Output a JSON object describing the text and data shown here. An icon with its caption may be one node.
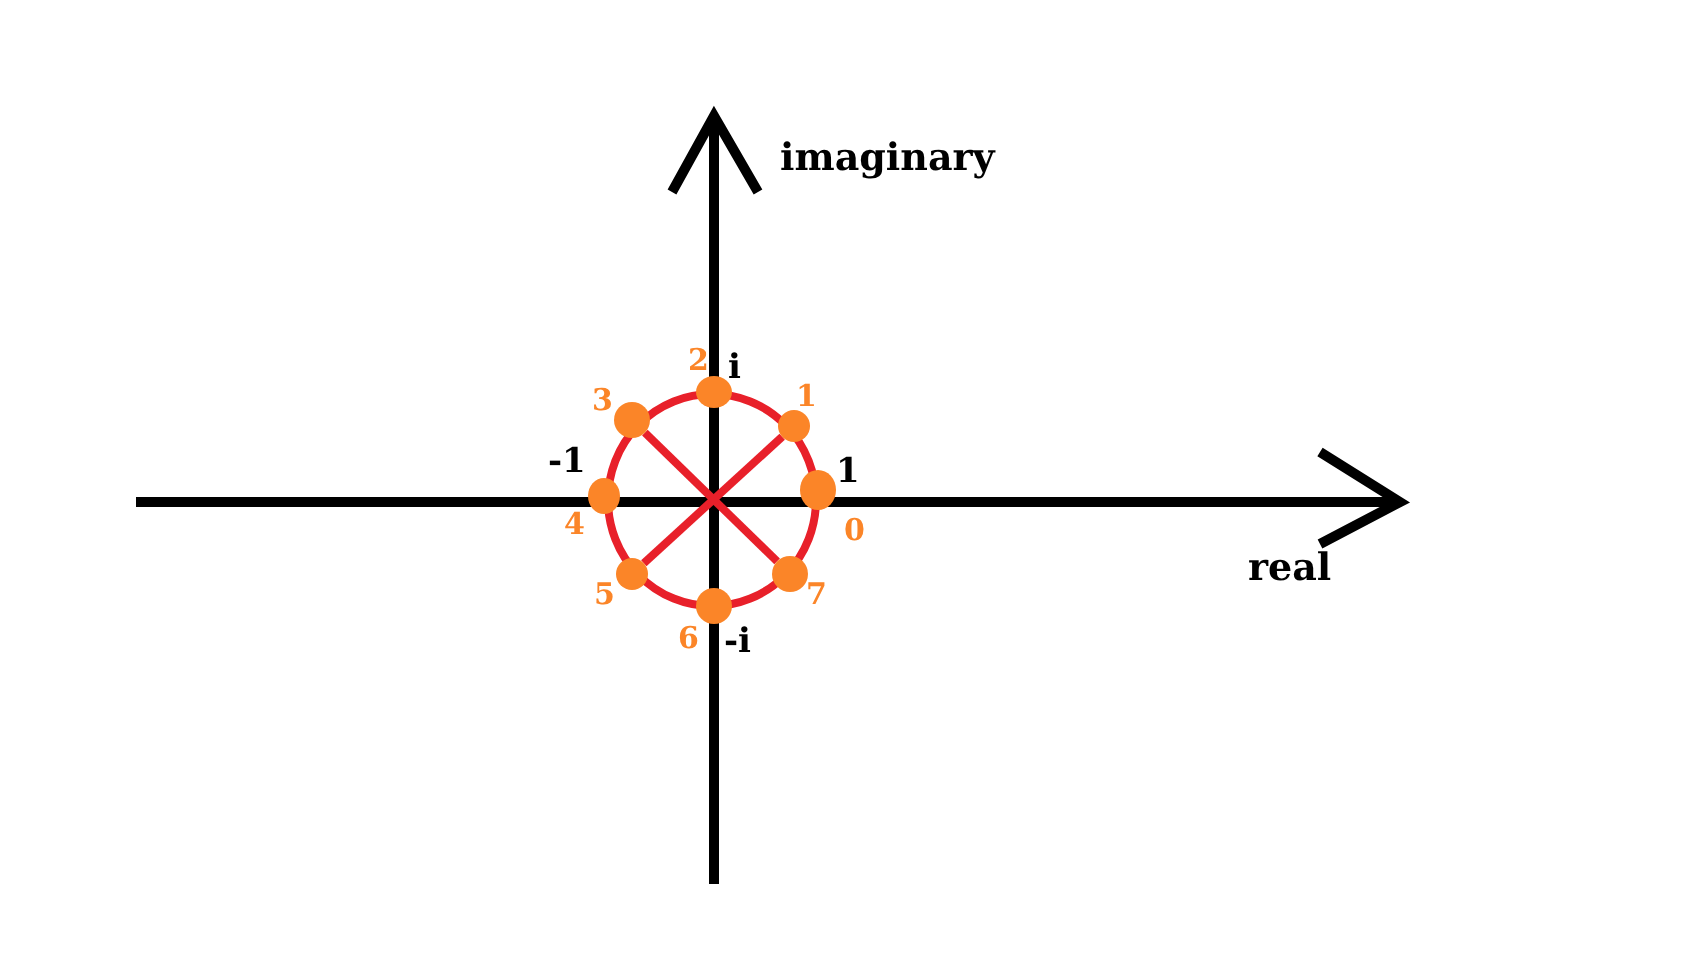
{
  "diagram": {
    "nodes": [
      {
        "text": [],
        "shape": "circle",
        "beside": [
          "0"
        ]
      },
      {
        "text": [],
        "shape": "circle",
        "beside": [
          "1"
        ]
      },
      {
        "text": [],
        "shape": "circle",
        "beside": [
          "2"
        ]
      },
      {
        "text": [],
        "shape": "circle",
        "beside": [
          "3"
        ]
      },
      {
        "text": [],
        "shape": "circle",
        "beside": [
          "4"
        ]
      },
      {
        "text": [],
        "shape": "circle",
        "beside": [
          "5"
        ]
      },
      {
        "text": [],
        "shape": "circle",
        "beside": [
          "6"
        ]
      },
      {
        "text": [],
        "shape": "circle",
        "beside": [
          "7"
        ]
      }
    ],
    "edges": [
      {
        "from": 3,
        "to": 7,
        "arrow": "none"
      },
      {
        "from": 1,
        "to": 5,
        "arrow": "none"
      }
    ],
    "labels": [
      "imaginary",
      "i",
      "-1",
      "1",
      "real",
      "-i"
    ]
  }
}
